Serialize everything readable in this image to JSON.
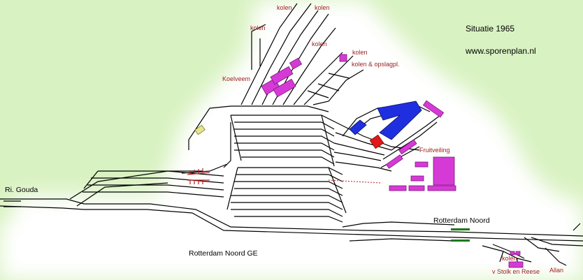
{
  "title": "Situatie 1965",
  "website": "www.sporenplan.nl",
  "labels": {
    "kolen_1": "kolen",
    "kolen_2": "kolen",
    "kolen_3": "kolen",
    "kolen_4": "kolen",
    "kolen_5": "kolen",
    "kolen_opslag": "kolen & opslagpl.",
    "koelveem": "Koelveem",
    "fruitveiling": "Fruitveiling",
    "ri_gouda": "Ri. Gouda",
    "rotterdam_noord": "Rotterdam Noord",
    "rotterdam_noord_ge": "Rotterdam Noord GE",
    "kolen_6": "kolen",
    "vstolk": "v Stolk en Reese",
    "allan": "Allan"
  },
  "colors": {
    "background": "#ffffff",
    "land": "#d9f2c2",
    "track": "#000000",
    "building_magenta": "#d63ad6",
    "building_blue": "#1f2fe0",
    "building_red": "#e01818",
    "label_red": "#9b1b1b",
    "platform_green": "#1a7a1a",
    "shed_yellow": "#e6e68a",
    "ramp_red": "#b22222"
  }
}
